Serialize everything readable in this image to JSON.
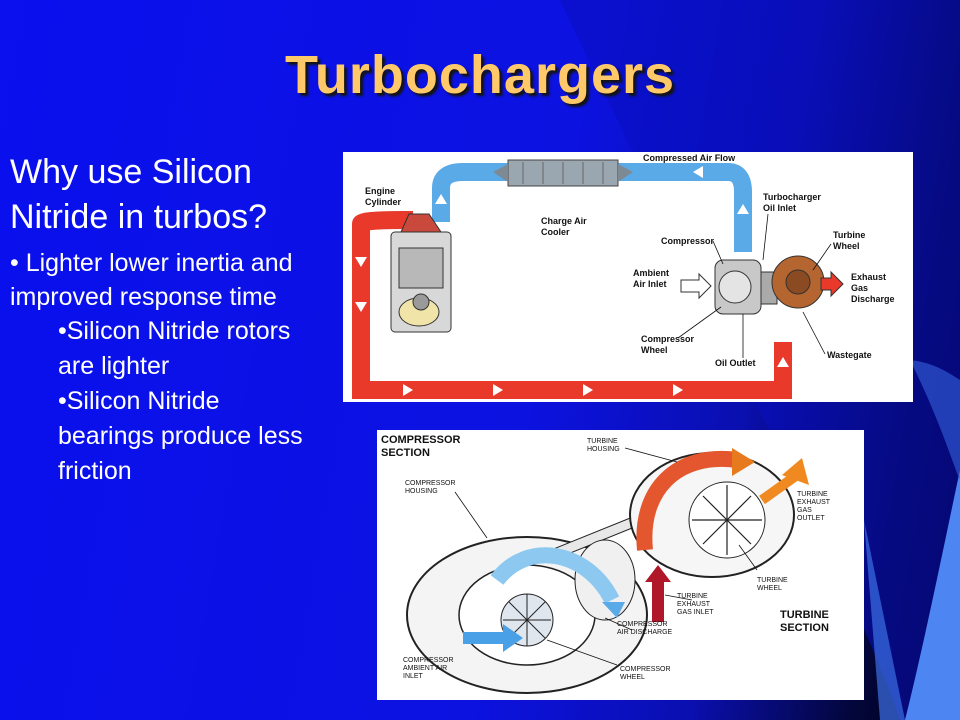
{
  "slide": {
    "title": "Turbochargers",
    "question": "Why use Silicon Nitride in turbos?",
    "bullet": "• Lighter lower inertia and improved response time",
    "subbullets": [
      "•Silicon Nitride rotors are lighter",
      "•Silicon Nitride bearings produce less friction"
    ]
  },
  "diagram1": {
    "labels": {
      "compressed_air_flow": "Compressed Air Flow",
      "engine": "Engine",
      "cylinder": "Cylinder",
      "charge_air": "Charge Air",
      "cooler": "Cooler",
      "turbocharger": "Turbocharger",
      "oil_inlet": "Oil Inlet",
      "turbine": "Turbine",
      "wheel": "Wheel",
      "compressor": "Compressor",
      "ambient": "Ambient",
      "air_inlet": "Air Inlet",
      "exhaust": "Exhaust",
      "gas": "Gas",
      "discharge": "Discharge",
      "compressor_w": "Compressor",
      "wheel_c": "Wheel",
      "oil_outlet": "Oil Outlet",
      "wastegate": "Wastegate"
    }
  },
  "diagram2": {
    "labels": {
      "compressor_section_1": "COMPRESSOR",
      "compressor_section_2": "SECTION",
      "turbine_housing_1": "TURBINE",
      "turbine_housing_2": "HOUSING",
      "compressor_housing_1": "COMPRESSOR",
      "compressor_housing_2": "HOUSING",
      "turbine_exhaust_outlet_1": "TURBINE",
      "turbine_exhaust_outlet_2": "EXHAUST",
      "turbine_exhaust_outlet_3": "GAS",
      "turbine_exhaust_outlet_4": "OUTLET",
      "turbine_wheel_1": "TURBINE",
      "turbine_wheel_2": "WHEEL",
      "turbine_exhaust_inlet_1": "TURBINE",
      "turbine_exhaust_inlet_2": "EXHAUST",
      "turbine_exhaust_inlet_3": "GAS INLET",
      "turbine_section_1": "TURBINE",
      "turbine_section_2": "SECTION",
      "compressor_air_discharge_1": "COMPRESSOR",
      "compressor_air_discharge_2": "AIR DISCHARGE",
      "compressor_ambient_1": "COMPRESSOR",
      "compressor_ambient_2": "AMBIENT AIR",
      "compressor_ambient_3": "INLET",
      "compressor_wheel_1": "COMPRESSOR",
      "compressor_wheel_2": "WHEEL"
    }
  },
  "colors": {
    "background": "#0b12e6",
    "title": "#ffc96a",
    "text": "#ffffff",
    "cold_air": "#4aa6ea",
    "hot_gas": "#e83a2a",
    "deco_light_blue": "#4d86f2"
  }
}
